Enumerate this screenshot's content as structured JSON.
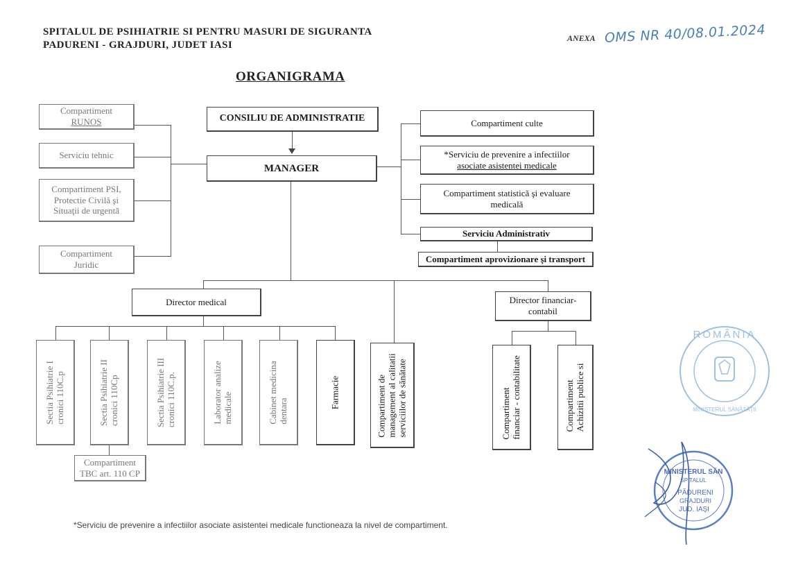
{
  "header": {
    "institution_line1": "SPITALUL DE PSIHIATRIE SI PENTRU MASURI DE SIGURANTA",
    "institution_line2": "PADURENI - GRAJDURI, JUDET IASI",
    "annex_label": "ANEXA",
    "annex_handwritten": "OMS NR 40/08.01.2024",
    "title": "ORGANIGRAMA"
  },
  "top": {
    "council": "CONSILIU DE ADMINISTRATIE",
    "manager": "MANAGER"
  },
  "left_units": [
    {
      "line1": "Compartiment",
      "line2": "RUNOS"
    },
    {
      "line1": "Serviciu tehnic",
      "line2": ""
    },
    {
      "line1": "Compartiment PSI,",
      "line2": "Protectie Civilă şi",
      "line3": "Situaţii de urgentă"
    },
    {
      "line1": "Compartiment",
      "line2": "Juridic"
    }
  ],
  "right_units": [
    {
      "line1": "Compartiment culte",
      "line2": ""
    },
    {
      "line1": "*Serviciu de prevenire a infectiilor",
      "line2": "asociate asistentei medicale"
    },
    {
      "line1": "Compartiment statistică şi evaluare",
      "line2": "medicală"
    },
    {
      "line1": "Serviciu Administrativ",
      "line2": ""
    },
    {
      "line1": "Compartiment aprovizionare şi transport",
      "line2": ""
    }
  ],
  "directors": {
    "medical": "Director medical",
    "financial_line1": "Director financiar-",
    "financial_line2": "contabil"
  },
  "medical_units": [
    {
      "line1": "Sectia Psihiatrie I",
      "line2": "cronici 110C.p"
    },
    {
      "line1": "Sectia Psihiatrie II",
      "line2": "cronici 110Cp"
    },
    {
      "line1": "Sectia Psihiatrie III",
      "line2": "cronici 110C.p."
    },
    {
      "line1": "Laborator analize",
      "line2": "medicale"
    },
    {
      "line1": "Cabinet medicina",
      "line2": "dentara"
    },
    {
      "line1": "Farmacie",
      "line2": ""
    },
    {
      "line1": "Compartiment de",
      "line2": "management al calitatii",
      "line3": "serviciilor de sănătate"
    }
  ],
  "tbc_unit": {
    "line1": "Compartiment",
    "line2": "TBC art. 110 CP"
  },
  "financial_units": [
    {
      "line1": "Compartiment",
      "line2": "financiar - contabilitate"
    },
    {
      "line1": "Compartiment",
      "line2": "Achizitii publice si"
    }
  ],
  "footnote": "*Serviciu de prevenire a infectiilor asociate asistentei medicale functioneaza la nivel de compartiment.",
  "stamps": {
    "round_stamp_text": "ROMÂNIA",
    "round_stamp_sub": "MINISTERUL SĂNĂTĂŢII",
    "ink_stamp_lines": [
      "MINISTERUL SĂN",
      "SPITALUL",
      "PĂDURENI",
      "GRAJDURI",
      "JUD. IAŞI"
    ]
  },
  "colors": {
    "ink": "#1a1a1a",
    "faint": "#777777",
    "pen_blue": "#4a7fb8",
    "stamp_blue": "#7fa6d6",
    "stamp_navy": "#3b5ea8"
  }
}
